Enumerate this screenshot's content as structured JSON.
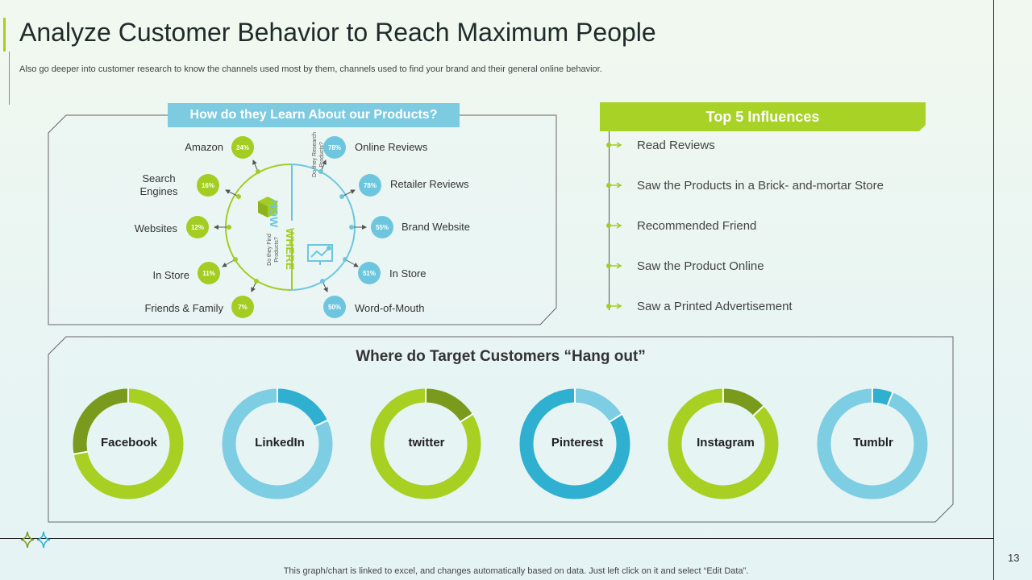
{
  "slide": {
    "title": "Analyze Customer Behavior to Reach Maximum People",
    "subtitle": "Also go deeper into customer research to know the channels used most by them, channels used to find your brand and their general online behavior.",
    "footnote": "This graph/chart is linked to excel,  and changes automatically based on data. Just left click on it and select “Edit Data”.",
    "page_number": "13"
  },
  "colors": {
    "green": "#a3cd22",
    "dark_green": "#7a9a1e",
    "blue": "#6ec6de",
    "dark_blue": "#2fb0d0",
    "light_blue": "#7dcde3"
  },
  "learn": {
    "header": "How do they Learn About our Products?",
    "how_label": "HOW",
    "how_sub": "Do they Research Products?",
    "where_label": "WHERE",
    "where_sub": "Do they Find Products?",
    "where_items": [
      {
        "label": "Amazon",
        "value": "24%"
      },
      {
        "label": "Search Engines",
        "value": "16%"
      },
      {
        "label": "Websites",
        "value": "12%"
      },
      {
        "label": "In Store",
        "value": "11%"
      },
      {
        "label": "Friends & Family",
        "value": "7%"
      }
    ],
    "how_items": [
      {
        "label": "Online Reviews",
        "value": "78%"
      },
      {
        "label": "Retailer Reviews",
        "value": "78%"
      },
      {
        "label": "Brand Website",
        "value": "55%"
      },
      {
        "label": "In Store",
        "value": "51%"
      },
      {
        "label": "Word-of-Mouth",
        "value": "50%"
      }
    ]
  },
  "influences": {
    "header": "Top 5 Influences",
    "items": [
      "Read Reviews",
      "Saw the Products in a Brick- and-mortar Store",
      "Recommended Friend",
      "Saw the Product Online",
      "Saw a Printed Advertisement"
    ]
  },
  "hangout": {
    "title": "Where do Target Customers “Hang out”",
    "platforms": [
      {
        "name": "Facebook",
        "share": 0.28,
        "accent": "#7a9a1e",
        "base": "#a8d022"
      },
      {
        "name": "LinkedIn",
        "share": 0.18,
        "accent": "#2fb0d0",
        "base": "#7dcde3"
      },
      {
        "name": "twitter",
        "share": 0.16,
        "accent": "#7a9a1e",
        "base": "#a8d022"
      },
      {
        "name": "Pinterest",
        "share": 0.16,
        "accent": "#7dcde3",
        "base": "#2fb0d0"
      },
      {
        "name": "Instagram",
        "share": 0.13,
        "accent": "#7a9a1e",
        "base": "#a8d022"
      },
      {
        "name": "Tumblr",
        "share": 0.06,
        "accent": "#2fb0d0",
        "base": "#7dcde3"
      }
    ]
  }
}
